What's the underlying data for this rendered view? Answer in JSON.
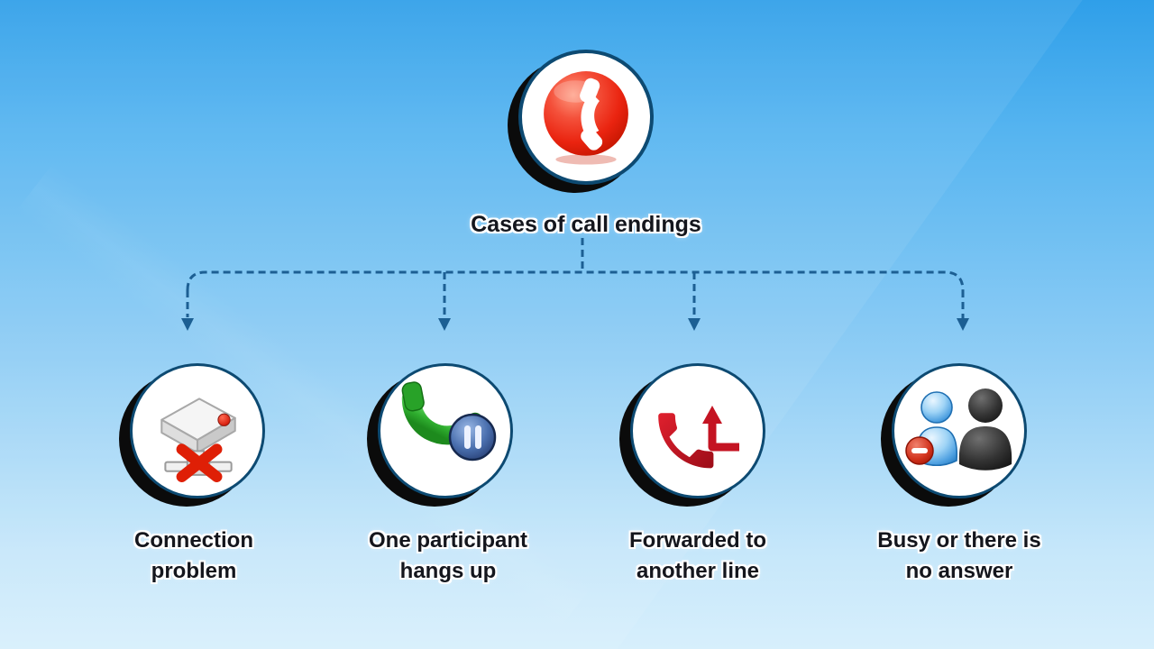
{
  "diagram": {
    "title": "Cases of call endings",
    "root": {
      "icon": "red-phone-sphere-icon"
    },
    "nodes": [
      {
        "icon": "network-drive-error-icon",
        "lines": [
          "Connection",
          "problem"
        ]
      },
      {
        "icon": "green-phone-pause-icon",
        "lines": [
          "One participant",
          "hangs up"
        ]
      },
      {
        "icon": "red-phone-forward-icon",
        "lines": [
          "Forwarded to",
          "another line"
        ]
      },
      {
        "icon": "busy-contacts-icon",
        "lines": [
          "Busy or there is",
          "no answer"
        ]
      }
    ]
  },
  "colors": {
    "background_top": "#2f9fe9",
    "background_bottom": "#d7effc",
    "connector_dash": "#1c5f93",
    "circle_border": "#0d4a72",
    "circle_shadow": "#0b0b0b",
    "text": "#14161d",
    "sphere_red": "#ea2410",
    "handset_green": "#2fae2f",
    "phone_red": "#c21322",
    "person_blue": "#4d9fe0",
    "person_dark": "#2a2a2a",
    "badge_red": "#d2331d"
  }
}
